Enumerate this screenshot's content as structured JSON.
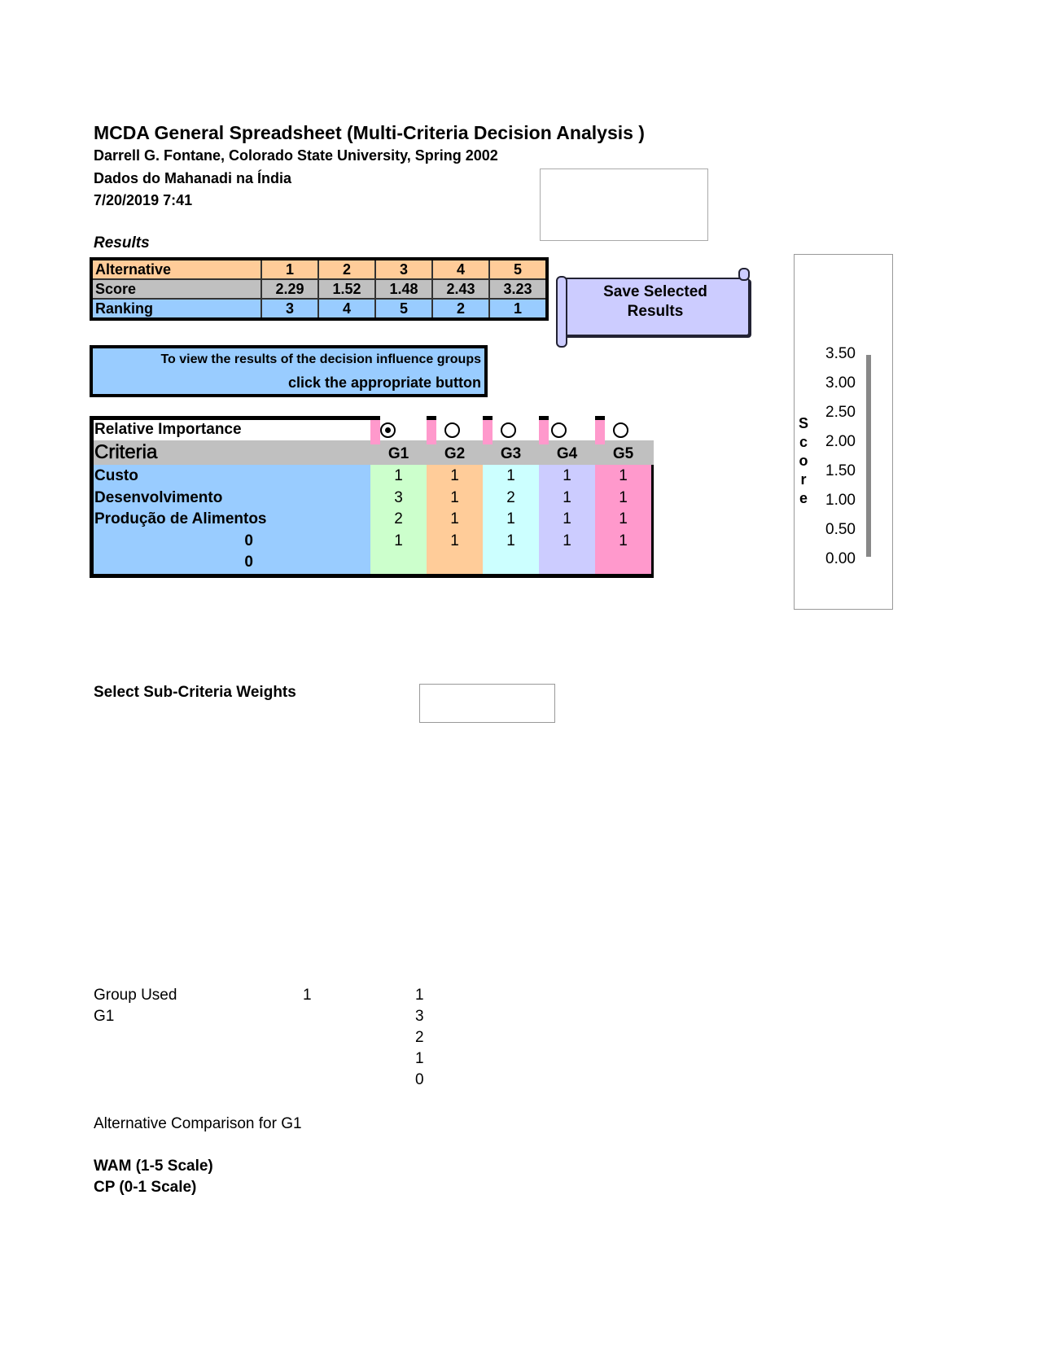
{
  "header": {
    "title": "MCDA General Spreadsheet (Multi-Criteria Decision Analysis )",
    "author": "Darrell G. Fontane, Colorado State University, Spring 2002",
    "dataset": "Dados do Mahanadi na Índia",
    "datetime": "7/20/2019 7:41"
  },
  "results": {
    "label": "Results",
    "rows": [
      {
        "label": "Alternative",
        "values": [
          "1",
          "2",
          "3",
          "4",
          "5"
        ]
      },
      {
        "label": "Score",
        "values": [
          "2.29",
          "1.52",
          "1.48",
          "2.43",
          "3.23"
        ]
      },
      {
        "label": "Ranking",
        "values": [
          "3",
          "4",
          "5",
          "2",
          "1"
        ]
      }
    ]
  },
  "save_button": {
    "line1": "Save Selected",
    "line2": "Results"
  },
  "info": {
    "line1": "To view the results of the decision influence groups",
    "line2": "click the appropriate button"
  },
  "criteria_table": {
    "relative_importance": "Relative Importance",
    "criteria_label": "Criteria",
    "selected_group": "G1",
    "groups": [
      "G1",
      "G2",
      "G3",
      "G4",
      "G5"
    ],
    "group_colors": [
      "#ccffcc",
      "#ffcc99",
      "#ccffff",
      "#ccccff",
      "#ff99cc"
    ],
    "rows": [
      {
        "label": "Custo",
        "values": [
          "1",
          "1",
          "1",
          "1",
          "1"
        ]
      },
      {
        "label": "Desenvolvimento",
        "values": [
          "3",
          "1",
          "2",
          "1",
          "1"
        ]
      },
      {
        "label": "Produção de Alimentos",
        "values": [
          "2",
          "1",
          "1",
          "1",
          "1"
        ]
      },
      {
        "label": "0",
        "values": [
          "1",
          "1",
          "1",
          "1",
          "1"
        ]
      },
      {
        "label": "0",
        "values": [
          "",
          "",
          "",
          "",
          ""
        ]
      }
    ]
  },
  "chart": {
    "ylabel": "Score",
    "ticks": [
      "3.50",
      "3.00",
      "2.50",
      "2.00",
      "1.50",
      "1.00",
      "0.50",
      "0.00"
    ]
  },
  "sub_criteria": {
    "label": "Select Sub-Criteria Weights"
  },
  "group_used": {
    "label": "Group Used",
    "value": "1",
    "group": "G1",
    "weights": [
      "1",
      "3",
      "2",
      "1",
      "0"
    ]
  },
  "comparison": {
    "label": "Alternative Comparison for G1",
    "wam": "WAM (1-5 Scale)",
    "cp": "CP (0-1 Scale)"
  }
}
